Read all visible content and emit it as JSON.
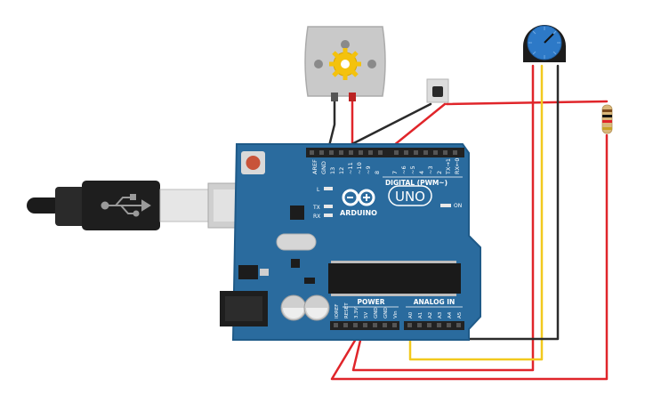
{
  "board": {
    "logo_text": "UNO",
    "brand": "ARDUINO",
    "digital_header": "DIGITAL (PWM~)",
    "power_header": "POWER",
    "analog_header": "ANALOG IN",
    "on_label": "ON",
    "led_l": "L",
    "led_tx": "TX",
    "led_rx": "RX",
    "digital_pins": [
      "AREF",
      "GND",
      "13",
      "12",
      "~11",
      "~10",
      "~9",
      "8",
      "7",
      "~6",
      "~5",
      "4",
      "~3",
      "2",
      "TX→1",
      "RX←0"
    ],
    "power_pins": [
      "IOREF",
      "RESET",
      "3.3V",
      "5V",
      "GND",
      "GND",
      "Vin"
    ],
    "analog_pins": [
      "A0",
      "A1",
      "A2",
      "A3",
      "A4",
      "A5"
    ]
  },
  "colors": {
    "board": "#2a6b9e",
    "board_edge": "#1f5a88",
    "wire_red": "#e0252a",
    "wire_black": "#2b2b2b",
    "wire_yellow": "#f2c91e",
    "header": "#222222",
    "knob": "#2d79c7"
  },
  "components": {
    "motor": "dc-motor",
    "button": "push-button",
    "potentiometer": "potentiometer",
    "resistor": "resistor",
    "usb": "usb-cable"
  }
}
